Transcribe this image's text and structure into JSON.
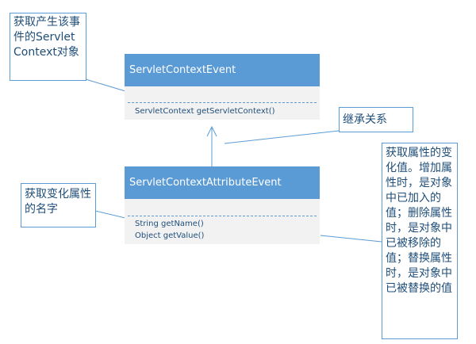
{
  "classes": {
    "servlet_context_event": {
      "name": "ServletContextEvent",
      "methods": [
        "ServletContext getServletContext()"
      ]
    },
    "servlet_context_attribute_event": {
      "name": "ServletContextAttributeEvent",
      "methods": [
        "String getName()",
        "Object getValue()"
      ]
    }
  },
  "notes": {
    "context_note": "获取产生该事件的ServletContext对象",
    "inherit_note": "继承关系",
    "name_note": "获取变化属性的名字",
    "value_note": "获取属性的变化值。增加属性时，是对象中已加入的值；删除属性时，是对象中已被移除的值；替换属性时，是对象中已被替换的值"
  },
  "colors": {
    "header": "#5b9bd5",
    "body": "#f2f2f2",
    "text": "#1f4e79",
    "line": "#5b9bd5"
  }
}
